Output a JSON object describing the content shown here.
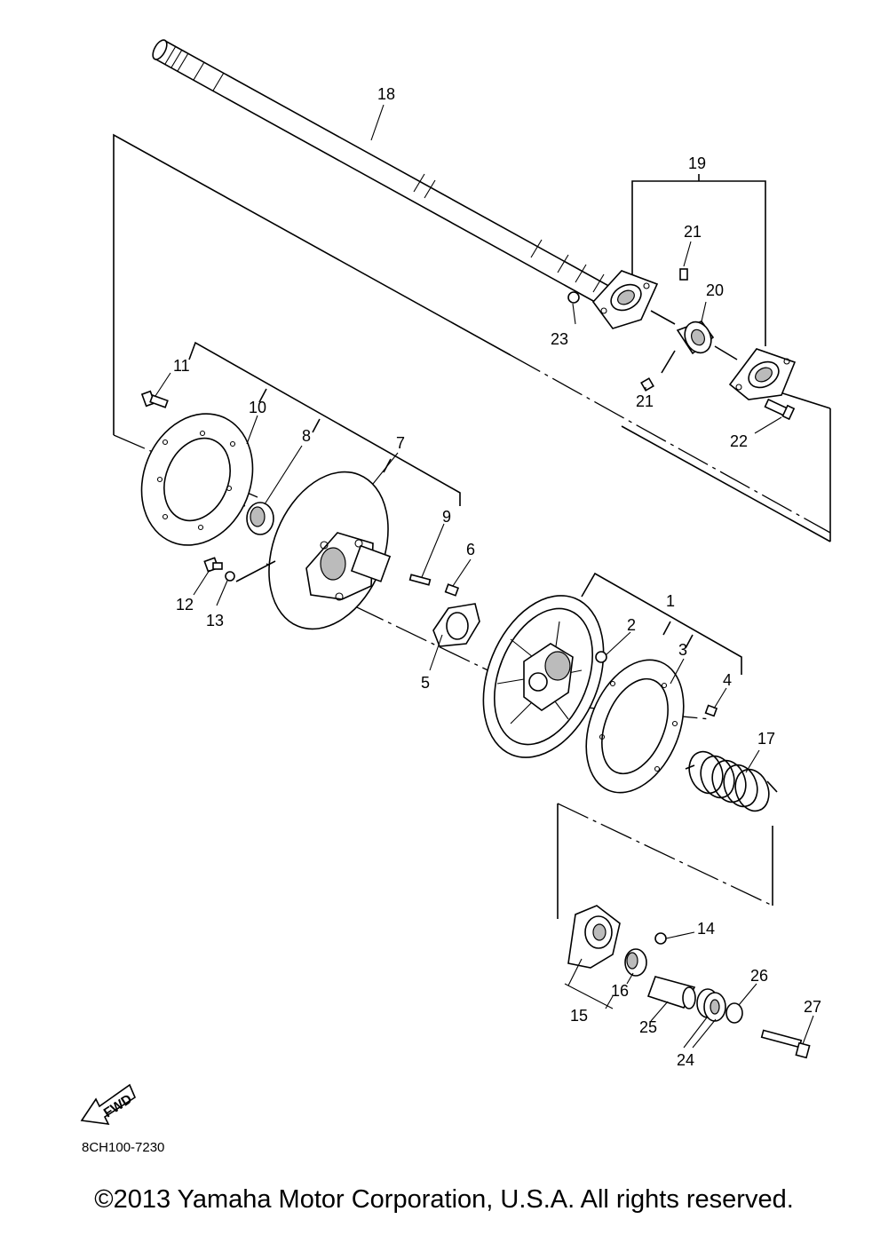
{
  "callouts": {
    "c1": "1",
    "c2": "2",
    "c3": "3",
    "c4": "4",
    "c5": "5",
    "c6": "6",
    "c7": "7",
    "c8": "8",
    "c9": "9",
    "c10": "10",
    "c11": "11",
    "c12": "12",
    "c13": "13",
    "c14": "14",
    "c15": "15",
    "c16": "16",
    "c17": "17",
    "c18": "18",
    "c19": "19",
    "c20": "20",
    "c21a": "21",
    "c21b": "21",
    "c22": "22",
    "c23": "23",
    "c24": "24",
    "c25": "25",
    "c26": "26",
    "c27": "27"
  },
  "fwd_label": "FWD",
  "diagram_code": "8CH100-7230",
  "copyright": "©2013 Yamaha Motor Corporation, U.S.A. All rights reserved."
}
